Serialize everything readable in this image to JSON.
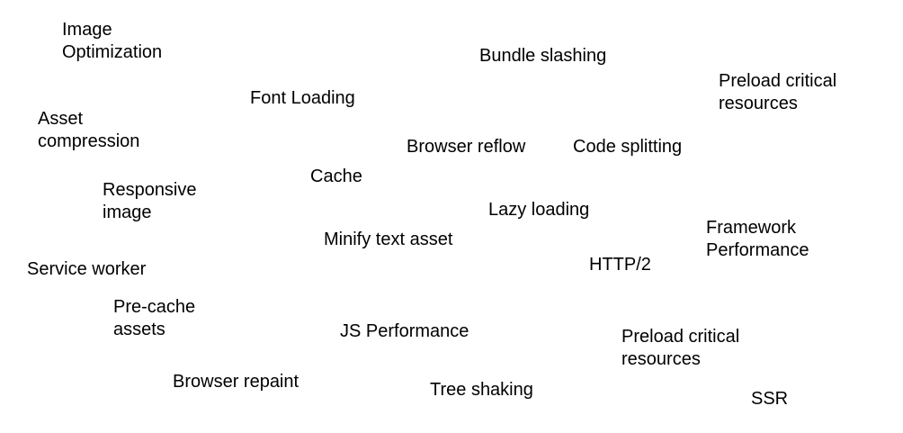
{
  "canvas": {
    "background": "#ffffff",
    "text_color": "#000000"
  },
  "notes": [
    {
      "id": "image-optimization",
      "lines": [
        "Image",
        "Optimization"
      ]
    },
    {
      "id": "bundle-slashing",
      "lines": [
        "Bundle slashing"
      ]
    },
    {
      "id": "preload-critical-resources-1",
      "lines": [
        "Preload critical",
        "resources"
      ]
    },
    {
      "id": "font-loading",
      "lines": [
        "Font Loading"
      ]
    },
    {
      "id": "asset-compression",
      "lines": [
        "Asset",
        "compression"
      ]
    },
    {
      "id": "browser-reflow",
      "lines": [
        "Browser reflow"
      ]
    },
    {
      "id": "code-splitting",
      "lines": [
        "Code splitting"
      ]
    },
    {
      "id": "cache",
      "lines": [
        "Cache"
      ]
    },
    {
      "id": "responsive-image",
      "lines": [
        "Responsive",
        "image"
      ]
    },
    {
      "id": "lazy-loading",
      "lines": [
        "Lazy loading"
      ]
    },
    {
      "id": "framework-performance",
      "lines": [
        "Framework",
        "Performance"
      ]
    },
    {
      "id": "minify-text-asset",
      "lines": [
        "Minify text asset"
      ]
    },
    {
      "id": "http2",
      "lines": [
        "HTTP/2"
      ]
    },
    {
      "id": "service-worker",
      "lines": [
        "Service worker"
      ]
    },
    {
      "id": "pre-cache-assets",
      "lines": [
        "Pre-cache",
        "assets"
      ]
    },
    {
      "id": "js-performance",
      "lines": [
        "JS Performance"
      ]
    },
    {
      "id": "preload-critical-resources-2",
      "lines": [
        "Preload critical",
        "resources"
      ]
    },
    {
      "id": "browser-repaint",
      "lines": [
        "Browser repaint"
      ]
    },
    {
      "id": "tree-shaking",
      "lines": [
        "Tree shaking"
      ]
    },
    {
      "id": "ssr",
      "lines": [
        "SSR"
      ]
    }
  ]
}
